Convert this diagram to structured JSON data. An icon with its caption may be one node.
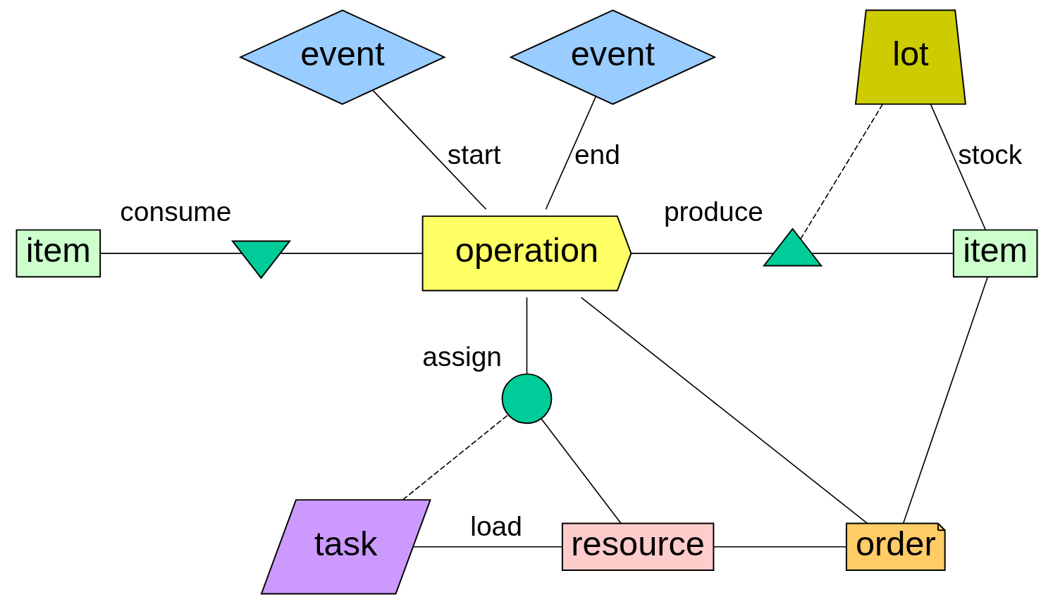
{
  "diagram": {
    "nodes": [
      {
        "text": [
          "event"
        ]
      },
      {
        "text": [
          "event"
        ]
      },
      {
        "text": [
          "lot"
        ]
      },
      {
        "text": [
          "item"
        ]
      },
      {
        "text": [],
        "shape": "triangle",
        "beside": [
          "consume"
        ]
      },
      {
        "text": [
          "operation"
        ]
      },
      {
        "text": [],
        "shape": "triangle",
        "beside": [
          "produce"
        ]
      },
      {
        "text": [
          "item"
        ]
      },
      {
        "text": [],
        "shape": "circle",
        "beside": [
          "assign"
        ]
      },
      {
        "text": [
          "task"
        ]
      },
      {
        "text": [
          "resource"
        ]
      },
      {
        "text": [
          "order"
        ]
      }
    ],
    "edges": [
      {
        "from": 0,
        "to": 5,
        "arrow": "none",
        "label": "start"
      },
      {
        "from": 1,
        "to": 5,
        "arrow": "none",
        "label": "end"
      },
      {
        "from": 2,
        "to": 7,
        "arrow": "none",
        "label": "stock"
      },
      {
        "from": 3,
        "to": 4,
        "arrow": "none"
      },
      {
        "from": 4,
        "to": 5,
        "arrow": "none"
      },
      {
        "from": 5,
        "to": 6,
        "arrow": "none"
      },
      {
        "from": 6,
        "to": 7,
        "arrow": "none"
      },
      {
        "from": 2,
        "to": 6,
        "arrow": "none",
        "style": "dashed"
      },
      {
        "from": 5,
        "to": 8,
        "arrow": "none"
      },
      {
        "from": 8,
        "to": 10,
        "arrow": "none"
      },
      {
        "from": 9,
        "to": 8,
        "arrow": "none",
        "style": "dashed"
      },
      {
        "from": 9,
        "to": 10,
        "arrow": "none",
        "label": "load"
      },
      {
        "from": 10,
        "to": 11,
        "arrow": "none"
      },
      {
        "from": 5,
        "to": 11,
        "arrow": "none"
      },
      {
        "from": 7,
        "to": 11,
        "arrow": "none"
      }
    ]
  }
}
